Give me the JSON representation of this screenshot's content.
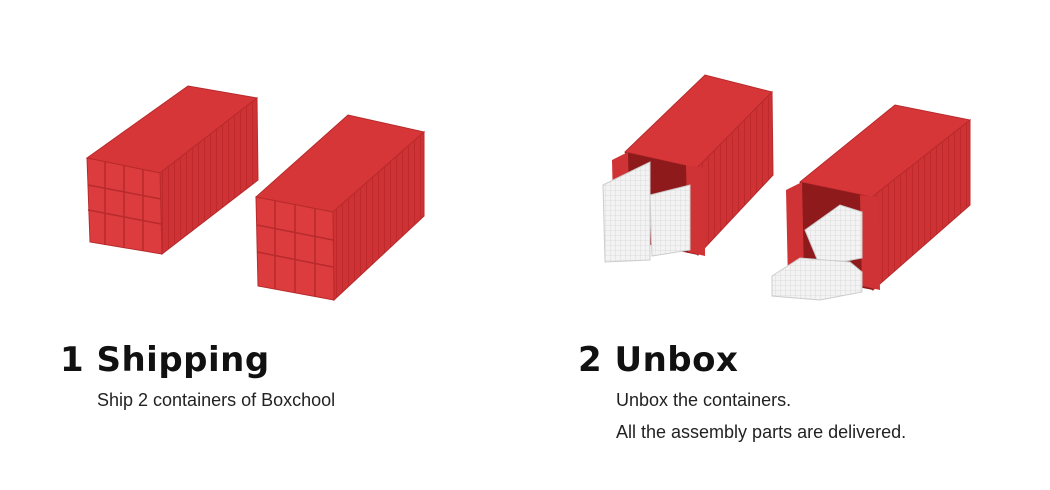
{
  "steps": [
    {
      "title": "1 Shipping",
      "lines": [
        "Ship 2 containers of Boxchool"
      ]
    },
    {
      "title": "2 Unbox",
      "lines": [
        "Unbox the containers.",
        "All the assembly parts are delivered."
      ]
    }
  ],
  "colors": {
    "container_front": "#d93a3a",
    "container_side": "#c92e30",
    "container_top": "#d33436",
    "parts": "#f0f0f0"
  }
}
